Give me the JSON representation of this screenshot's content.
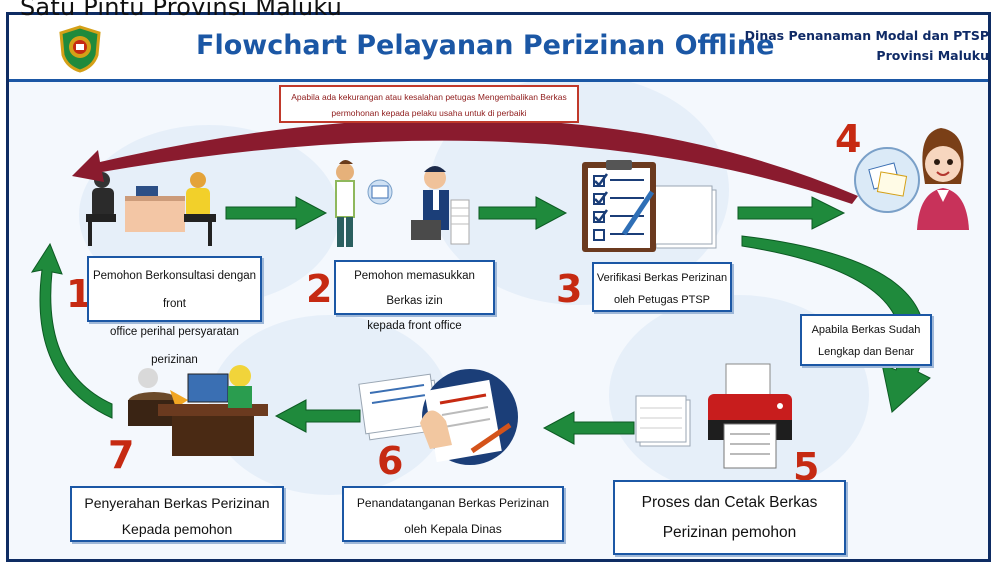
{
  "top_caption": "Satu Pintu Provinsi Maluku",
  "header": {
    "title": "Flowchart Pelayanan Perizinan  Offline",
    "agency_line1": "Dinas Penanaman Modal dan PTSP",
    "agency_line2": "Provinsi Maluku"
  },
  "return_note": {
    "line1": "Apabila ada kekurangan atau kesalahan petugas Mengembalikan Berkas",
    "line2": "permohonan kepada pelaku usaha untuk di perbaiki"
  },
  "side_note": {
    "line1": "Apabila Berkas Sudah",
    "line2": "Lengkap dan Benar"
  },
  "steps": [
    {
      "number": "1",
      "line1": "Pemohon Berkonsultasi dengan front",
      "line2": "office perihal persyaratan perizinan"
    },
    {
      "number": "2",
      "line1": "Pemohon memasukkan Berkas izin",
      "line2": "kepada front office"
    },
    {
      "number": "3",
      "line1": "Verifikasi Berkas Perizinan",
      "line2": "oleh Petugas PTSP"
    },
    {
      "number": "4"
    },
    {
      "number": "5",
      "line1": "Proses dan Cetak Berkas",
      "line2": "Perizinan pemohon"
    },
    {
      "number": "6",
      "line1": "Penandatanganan Berkas Perizinan",
      "line2": "oleh Kepala Dinas"
    },
    {
      "number": "7",
      "line1": "Penyerahan Berkas Perizinan",
      "line2": "Kepada pemohon"
    }
  ],
  "colors": {
    "title_blue": "#1b57a5",
    "frame_navy": "#0e2c63",
    "arrow_green": "#1f8a3c",
    "return_arrow_maroon": "#8a1b2e",
    "step_number_red": "#c62a12"
  }
}
